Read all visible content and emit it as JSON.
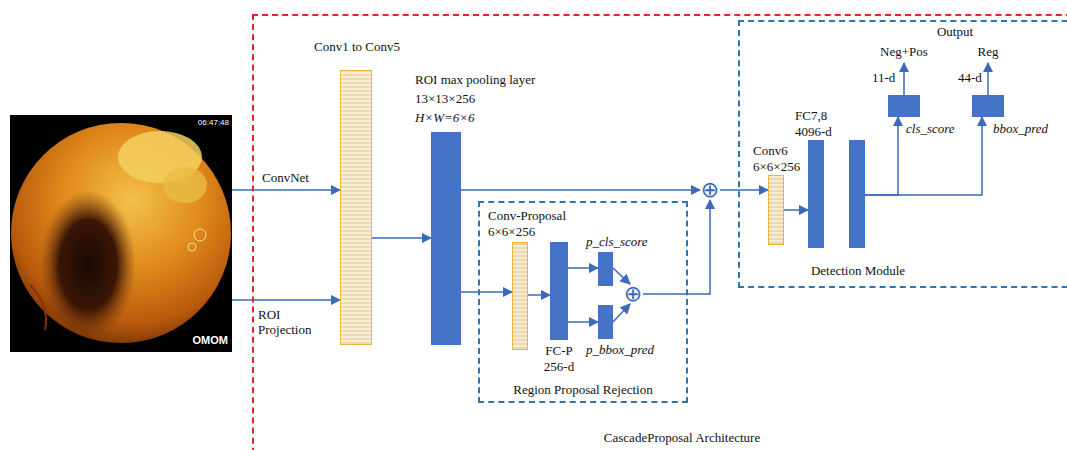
{
  "diagram": {
    "nodes": [
      {
        "text": [
          "06:47:48",
          "OMOM"
        ]
      },
      {
        "text": [
          "CascadeProposal Architecture"
        ]
      },
      {
        "text": [
          "Conv1 to Conv5"
        ],
        "in": 1
      },
      {
        "text": [
          "ROI max pooling layer",
          "13×13×256",
          "H×W=6×6"
        ],
        "in": 1
      },
      {
        "text": [
          "Region Proposal Rejection"
        ],
        "in": 1
      },
      {
        "text": [
          "Conv-Proposal",
          "6×6×256"
        ],
        "in": 4
      },
      {
        "text": [
          "FC-P",
          "256-d"
        ],
        "in": 4
      },
      {
        "text": [
          "p_cls_score"
        ],
        "in": 4
      },
      {
        "text": [
          "p_bbox_pred"
        ],
        "in": 4
      },
      {
        "text": [
          "⊕"
        ],
        "in": 4
      },
      {
        "text": [
          "⊕"
        ],
        "in": 1
      },
      {
        "text": [
          "Output",
          "Detection Module"
        ],
        "in": 1
      },
      {
        "text": [
          "Conv6",
          "6×6×256"
        ],
        "in": 11
      },
      {
        "text": [
          "FC7,8",
          "4096-d"
        ],
        "in": 11
      },
      {
        "text": [
          "11-d",
          "cls_score"
        ],
        "in": 11
      },
      {
        "text": [
          "44-d",
          "bbox_pred"
        ],
        "in": 11
      }
    ],
    "edges": [
      {
        "from": 0,
        "to": 2,
        "label": "ConvNet",
        "arrow": "to"
      },
      {
        "from": 0,
        "to": 2,
        "label": "ROI Projection",
        "arrow": "to"
      },
      {
        "from": 2,
        "to": 3,
        "arrow": "to"
      },
      {
        "from": 3,
        "to": 10,
        "arrow": "to"
      },
      {
        "from": 3,
        "to": 5,
        "arrow": "to"
      },
      {
        "from": 5,
        "to": 6,
        "arrow": "to"
      },
      {
        "from": 6,
        "to": 7,
        "arrow": "to"
      },
      {
        "from": 6,
        "to": 8,
        "arrow": "to"
      },
      {
        "from": 7,
        "to": 9,
        "arrow": "to"
      },
      {
        "from": 8,
        "to": 9,
        "arrow": "to"
      },
      {
        "from": 9,
        "to": 10,
        "arrow": "to"
      },
      {
        "from": 10,
        "to": 12,
        "arrow": "to"
      },
      {
        "from": 12,
        "to": 13,
        "arrow": "to"
      },
      {
        "from": 13,
        "to": 14,
        "arrow": "to"
      },
      {
        "from": 13,
        "to": 15,
        "arrow": "to"
      }
    ],
    "labels": [
      "Neg+Pos",
      "Reg"
    ]
  }
}
